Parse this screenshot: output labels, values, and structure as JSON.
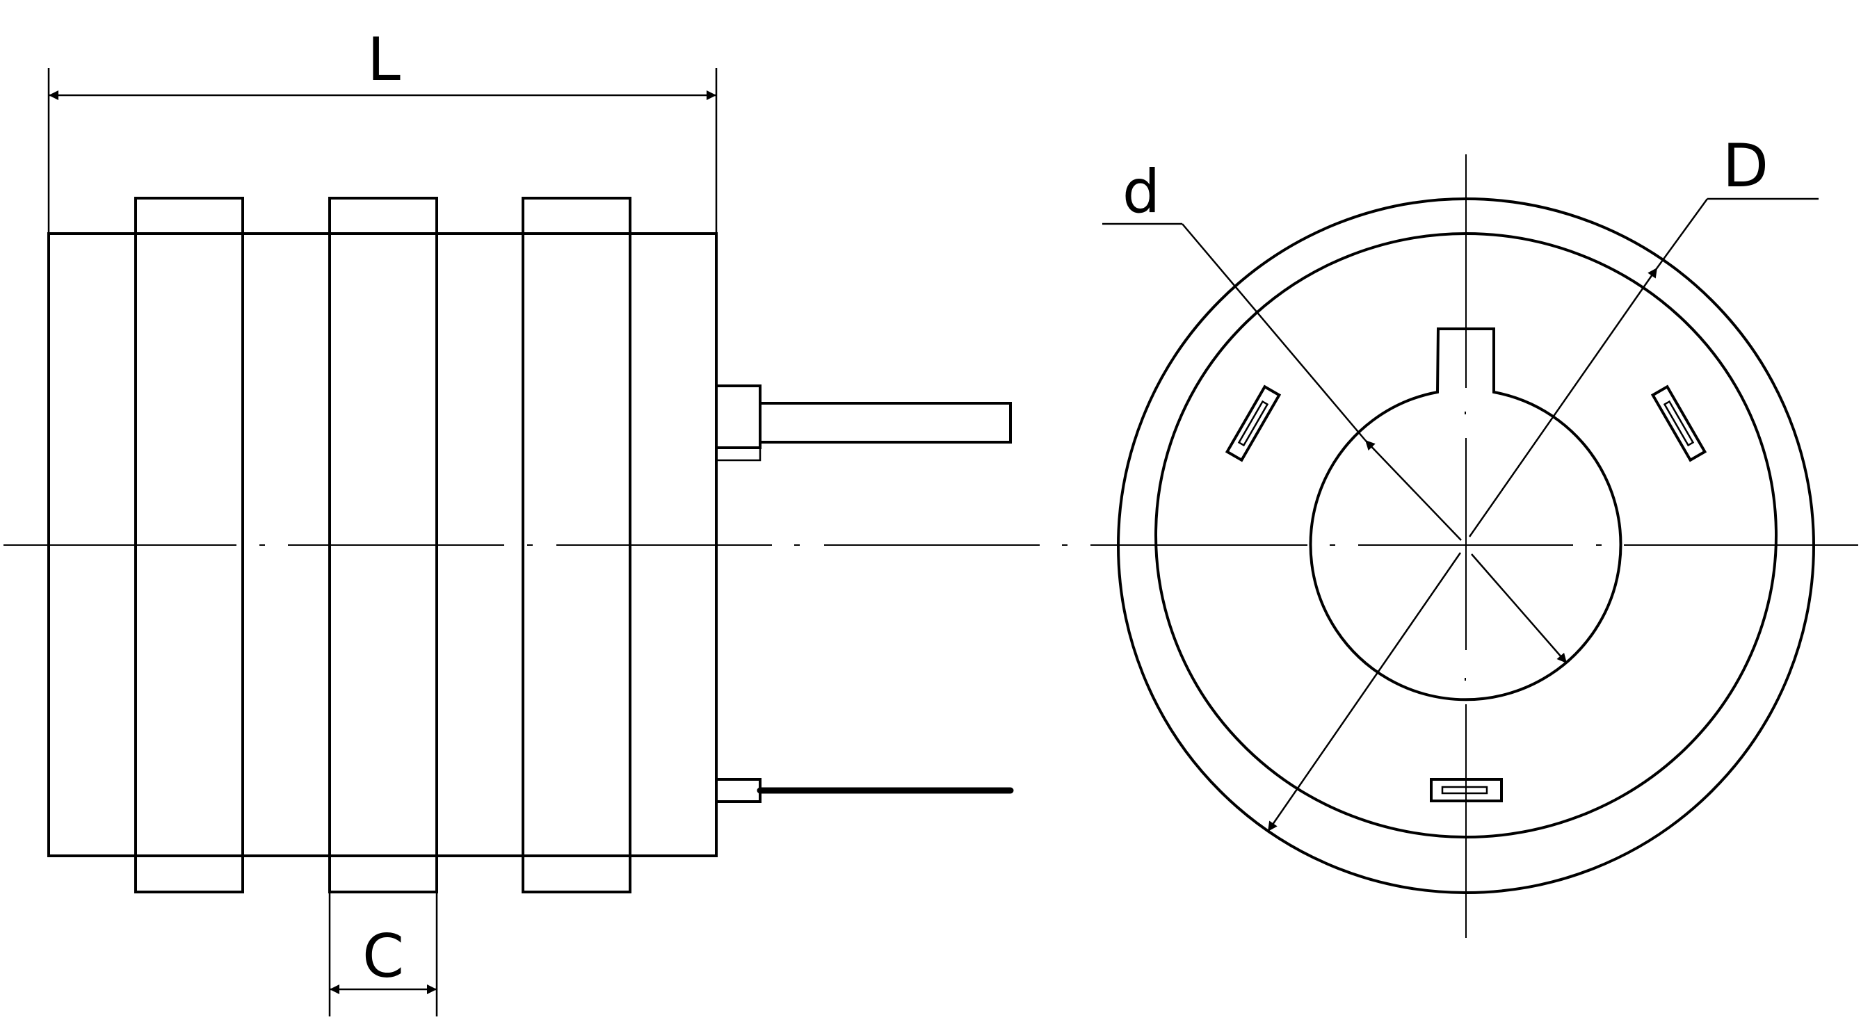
{
  "labels": {
    "length": "L",
    "ring_width": "C",
    "inner_diameter": "d",
    "outer_diameter": "D"
  }
}
